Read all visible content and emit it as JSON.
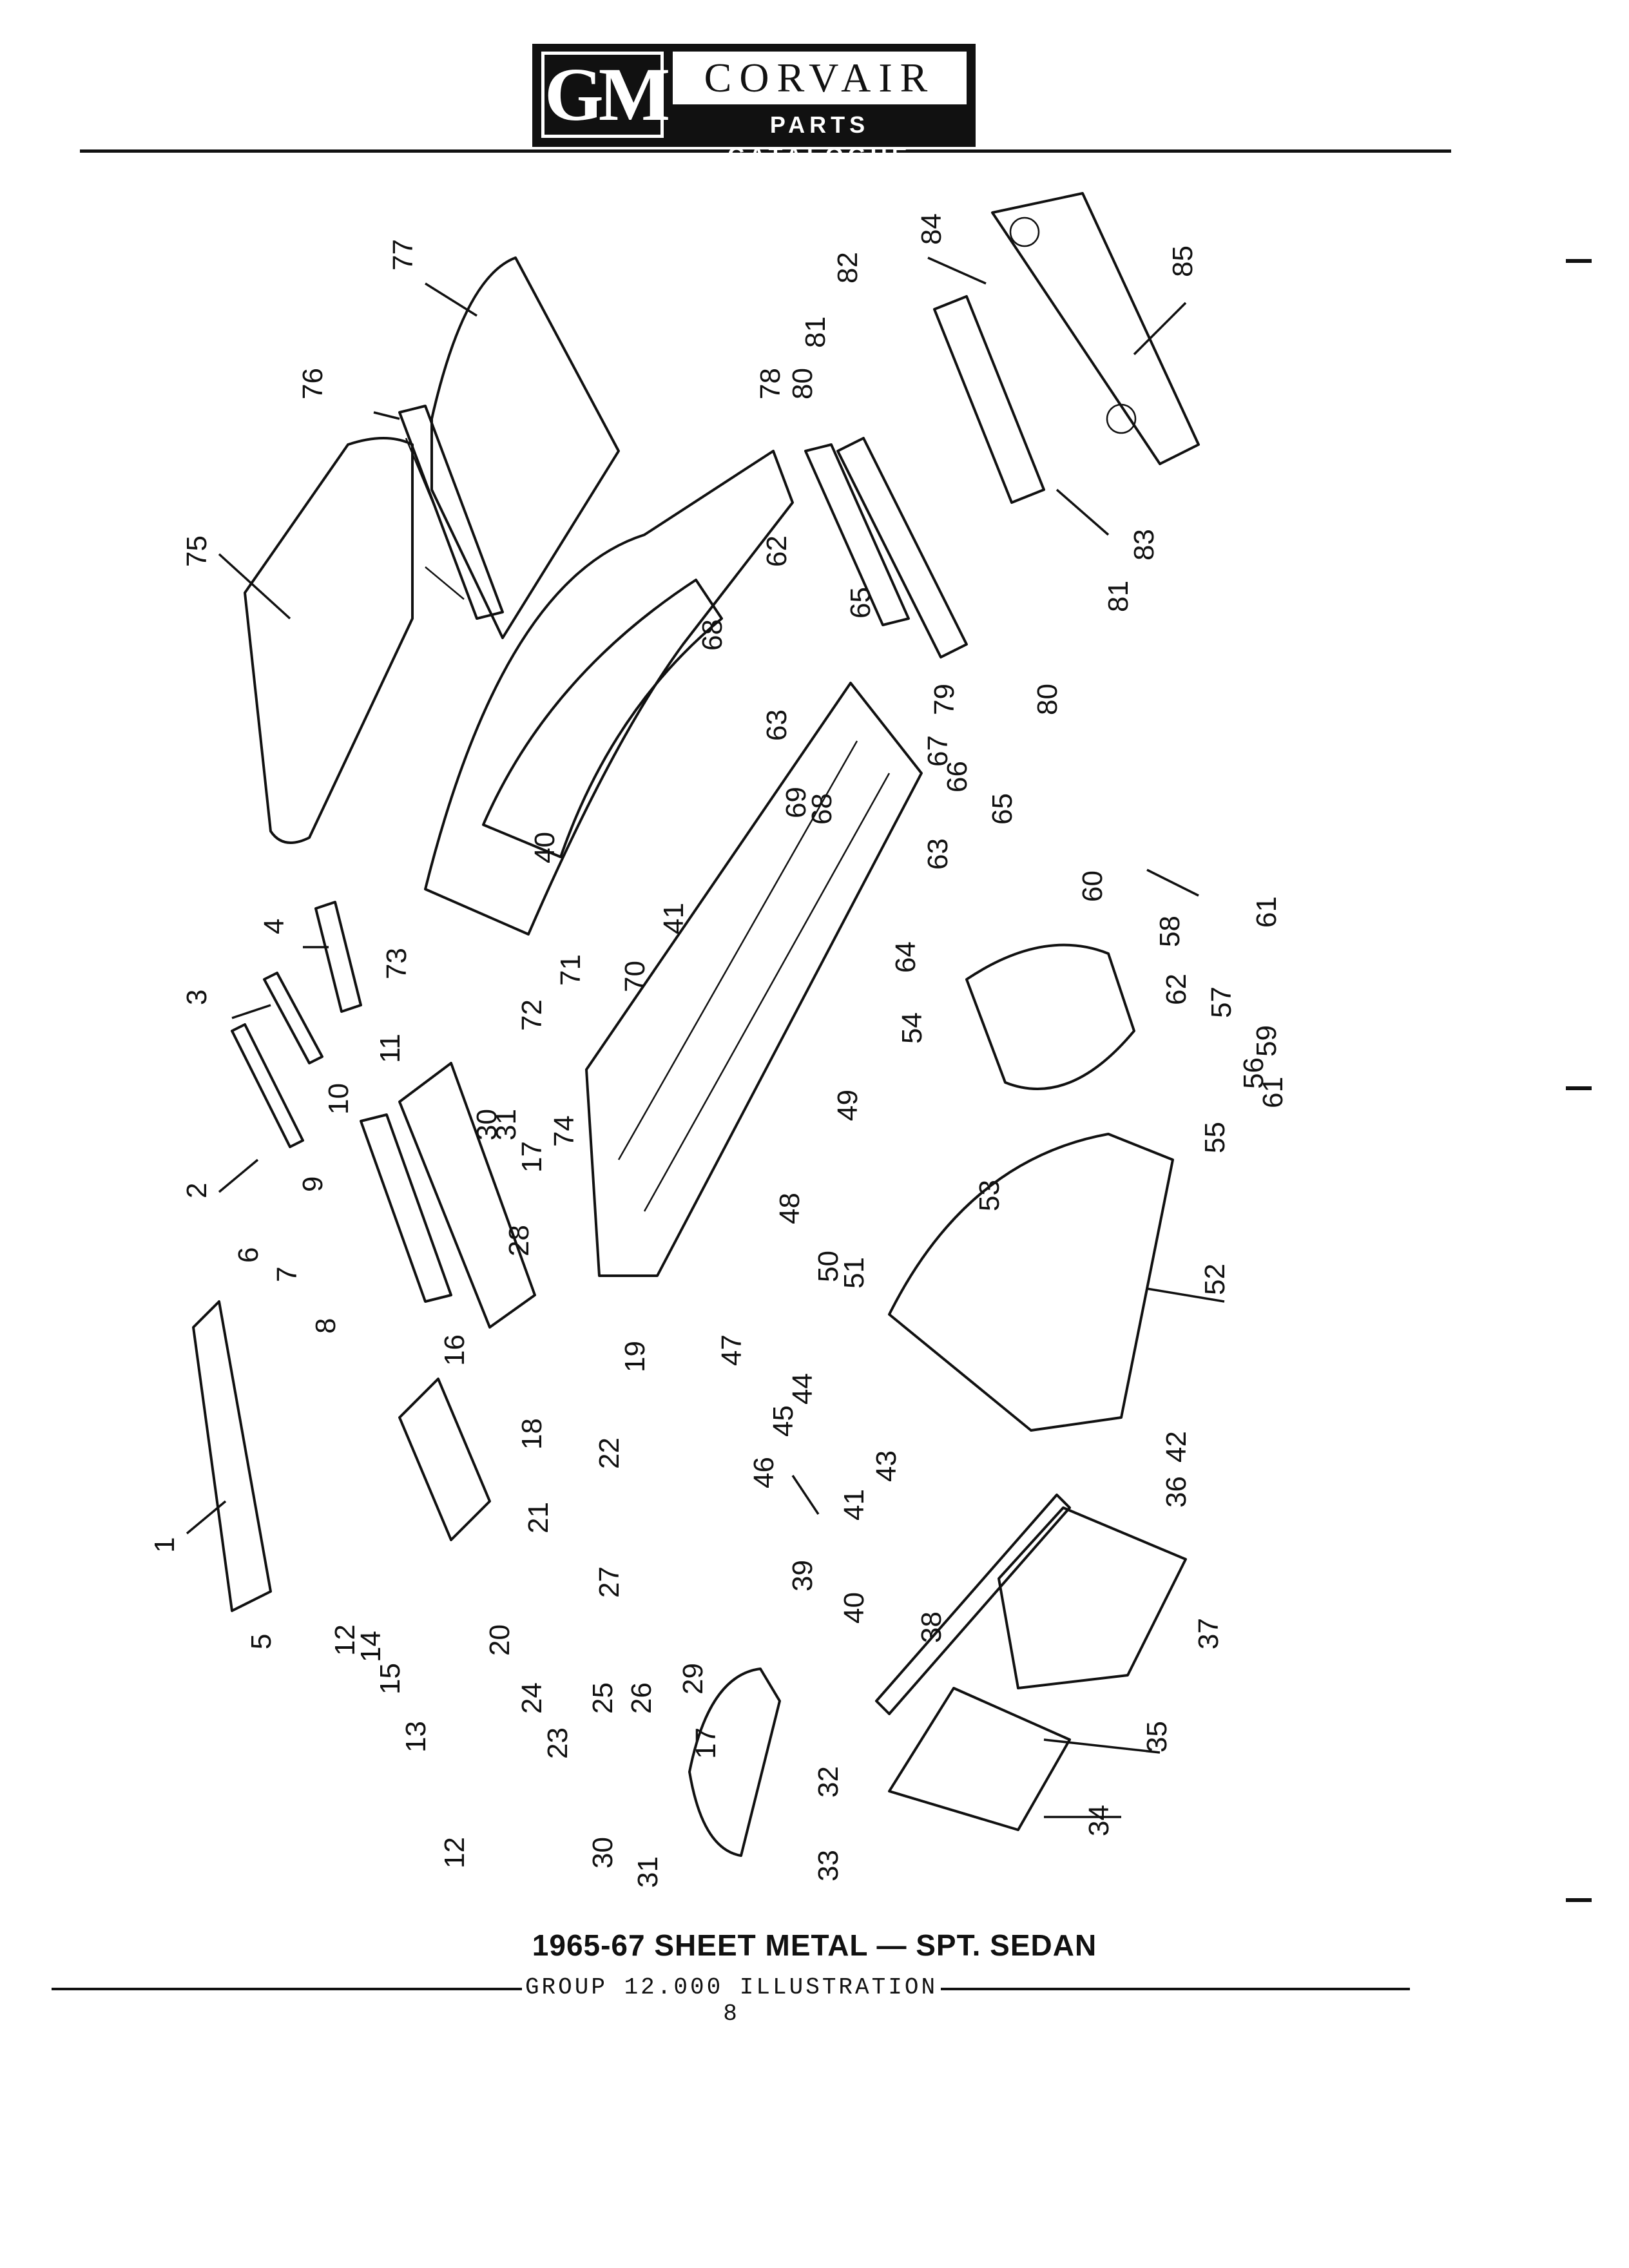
{
  "header": {
    "logo_mark": "GM",
    "logo_name": "CORVAIR",
    "logo_subtitle": "PARTS CATALOGUE"
  },
  "diagram": {
    "callouts": [
      "1",
      "2",
      "3",
      "4",
      "5",
      "6",
      "7",
      "8",
      "9",
      "10",
      "11",
      "12",
      "12",
      "13",
      "14",
      "15",
      "16",
      "17",
      "17",
      "18",
      "19",
      "20",
      "21",
      "22",
      "23",
      "24",
      "25",
      "26",
      "27",
      "28",
      "29",
      "30",
      "30",
      "31",
      "31",
      "32",
      "33",
      "34",
      "35",
      "36",
      "37",
      "38",
      "39",
      "40",
      "40",
      "41",
      "41",
      "42",
      "43",
      "44",
      "45",
      "46",
      "47",
      "48",
      "49",
      "50",
      "51",
      "52",
      "53",
      "54",
      "55",
      "56",
      "57",
      "58",
      "59",
      "60",
      "61",
      "61",
      "62",
      "62",
      "63",
      "63",
      "64",
      "65",
      "65",
      "66",
      "67",
      "68",
      "68",
      "69",
      "70",
      "71",
      "72",
      "73",
      "74",
      "75",
      "76",
      "77",
      "78",
      "79",
      "80",
      "80",
      "81",
      "81",
      "82",
      "83",
      "84",
      "85"
    ]
  },
  "caption": {
    "title": "1965-67 SHEET METAL — SPT. SEDAN",
    "footer": "GROUP 12.000 ILLUSTRATION 8"
  }
}
